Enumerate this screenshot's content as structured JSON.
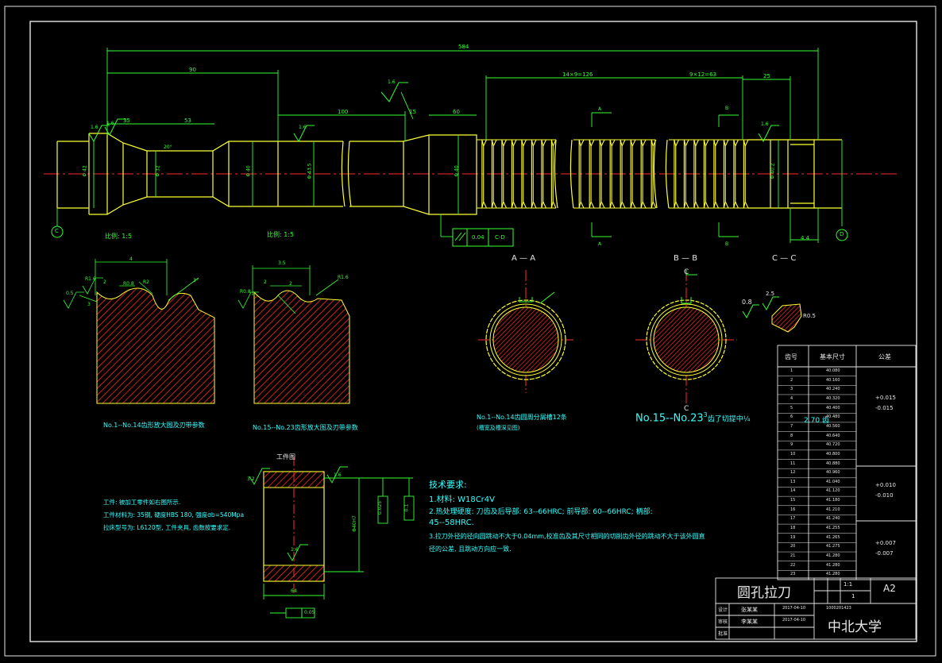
{
  "colors": {
    "background": "#000000",
    "frame": "#e6e6e6",
    "dimension": "#33ff33",
    "outline": "#ffff33",
    "centerline": "#ff2a2a",
    "hatch": "#ff2a2a",
    "note": "#33ffff",
    "symbol": "#ff33ff"
  },
  "main_view": {
    "dims": {
      "overall": "584",
      "front_length": "90",
      "front_shank": "35",
      "neck": "53",
      "dim_b": "100",
      "dim_c": "15",
      "dim_d": "60",
      "teeth_length": "14×9=126",
      "sizing_teeth": "9×12=63",
      "rear": "25",
      "dim_small": "4.4",
      "roughness": [
        "1.6",
        "1.6",
        "1.6",
        "1.6",
        "1.6"
      ],
      "dia_1": "Φ 42",
      "dia_2": "Φ 32",
      "dia_3": "Φ 40",
      "dia_4": "Φ 43.5",
      "dia_5": "Φ 40",
      "dia_6": "Φ 40.2",
      "angle": "20°"
    },
    "scale_left": "比例: 1:5",
    "scale_mid": "比例: 1:5",
    "tolerance_frame": [
      "0.04",
      "C-D"
    ],
    "datum_c": "C",
    "datum_d": "D",
    "section_labels": [
      "A",
      "A",
      "B",
      "B"
    ]
  },
  "sections": {
    "aa_title": "A — A",
    "bb_title": "B — B",
    "cc_title": "C — C",
    "c_marks": [
      "C",
      "C"
    ],
    "cc_dims": [
      "0.8",
      "2.5",
      "R0.5"
    ]
  },
  "tooth_detail_1": {
    "dims": [
      "4",
      "0.5",
      "R1.6",
      "2",
      "R0.8",
      "R2",
      "3°",
      "3"
    ],
    "caption": "No.1--No.14齿形放大图及刃带参数"
  },
  "tooth_detail_2": {
    "dims": [
      "3.5",
      "R0.8",
      "R1.6",
      "2",
      "2"
    ],
    "caption": "No.15--No.23齿形放大图及刃带参数"
  },
  "chip_note_1": {
    "line1": "No.1--No.14齿圆周分屑槽12条",
    "line2": "(槽宽及槽深见图)"
  },
  "chip_note_2": {
    "prefix": "No.15--No.23",
    "sup": "3",
    "suffix": "齿了切提中¼",
    "extra": "2.70 齿"
  },
  "workpiece": {
    "title": "工件图",
    "roughness": [
      "3.2",
      "1.6",
      "1.6"
    ],
    "length": "64",
    "dia": "Φ40H7",
    "tol_1": "0.025",
    "tol_2": "0.1",
    "tol_bottom": "0.05"
  },
  "work_notes": {
    "line1": "工件: 被加工零件如右图所示.",
    "line2": "工件材料为: 35钢, 硬度HBS 180, 强度σb=540Mpa",
    "line3": "拉床型号为: L6120型, 工件夹具, 齿数按要求定."
  },
  "tech_req": {
    "title": "技术要求:",
    "items": [
      "1.材料: W18Cr4V",
      "2.热处理硬度: 刀齿及后导部: 63--66HRC; 前导部: 60--66HRC; 柄部:",
      "45--58HRC.",
      "3.拉刀外径的径向圆跳动不大于0.04mm,校准齿及其尺寸相同的切削齿外径的跳动不大于该外圆直",
      "径的公差, 且跳动方向应一致."
    ]
  },
  "teeth_table": {
    "headers": [
      "齿号",
      "基本尺寸",
      "公差"
    ],
    "rows": [
      [
        "1",
        "40.080"
      ],
      [
        "2",
        "40.160"
      ],
      [
        "3",
        "40.240"
      ],
      [
        "4",
        "40.320"
      ],
      [
        "5",
        "40.400"
      ],
      [
        "6",
        "40.480"
      ],
      [
        "7",
        "40.560"
      ],
      [
        "8",
        "40.640"
      ],
      [
        "9",
        "40.720"
      ],
      [
        "10",
        "40.800"
      ],
      [
        "11",
        "40.880"
      ],
      [
        "12",
        "40.960"
      ],
      [
        "13",
        "41.040"
      ],
      [
        "14",
        "41.120"
      ],
      [
        "15",
        "41.180"
      ],
      [
        "16",
        "41.210"
      ],
      [
        "17",
        "41.240"
      ],
      [
        "18",
        "41.255"
      ],
      [
        "19",
        "41.265"
      ],
      [
        "20",
        "41.275"
      ],
      [
        "21",
        "41.280"
      ],
      [
        "22",
        "41.280"
      ],
      [
        "23",
        "41.280"
      ]
    ],
    "tolerances": [
      [
        "+0.015",
        "-0.015"
      ],
      [
        "+0.010",
        "-0.010"
      ],
      [
        "+0.007",
        "-0.007"
      ]
    ]
  },
  "title_block": {
    "name": "圆孔拉刀",
    "sheet_size": "A2",
    "scale": "1:1",
    "sheet": "1",
    "school": "中北大学",
    "rows": [
      [
        "设计",
        "张某某",
        "2017-04-10"
      ],
      [
        "审核",
        "李某某",
        "2017-04-10"
      ],
      [
        "批准",
        "",
        ""
      ]
    ],
    "code": "1000201423"
  }
}
